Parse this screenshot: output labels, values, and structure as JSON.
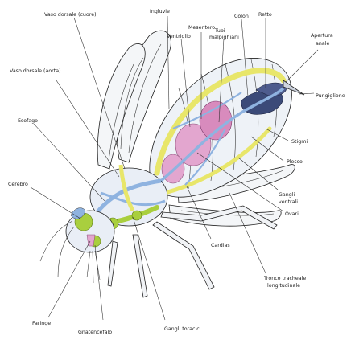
{
  "diagram": {
    "subject": "Anatomia interna di un insetto (imenottero)",
    "labels": {
      "vaso_dorsale_cuore": "Vaso dorsale (cuore)",
      "ingluvie": "Ingluvie",
      "mesentero": "Mesentero",
      "ventriglio": "Ventriglio",
      "tubi_malpighiani_1": "Tubi",
      "tubi_malpighiani_2": "malpighiani",
      "colon": "Colon",
      "retto": "Retto",
      "apertura_anale_1": "Apertura",
      "apertura_anale_2": "anale",
      "vaso_dorsale_aorta": "Vaso dorsale (aorta)",
      "pungiglione": "Pungiglione",
      "esofago": "Esofago",
      "stigmi": "Stigmi",
      "plesso": "Plesso",
      "cerebro": "Cerebro",
      "gangli_ventrali_1": "Gangli",
      "gangli_ventrali_2": "ventrali",
      "ovari": "Ovari",
      "cardias": "Cardias",
      "tronco_tracheale_1": "Tronco tracheale",
      "tronco_tracheale_2": "longitudinale",
      "faringe": "Faringe",
      "gnatencefalo": "Gnatencefalo",
      "gangli_toracici": "Gangli toracici"
    },
    "colors": {
      "outline": "#222222",
      "trachea_blue": "#8fb3e0",
      "nerve_green": "#a9cf3e",
      "digestive_pink": "#e3a6cf",
      "heart_yellow": "#e8e66a",
      "dark_organ": "#3b4a78",
      "wing_fill": "#f4f6f8"
    }
  }
}
